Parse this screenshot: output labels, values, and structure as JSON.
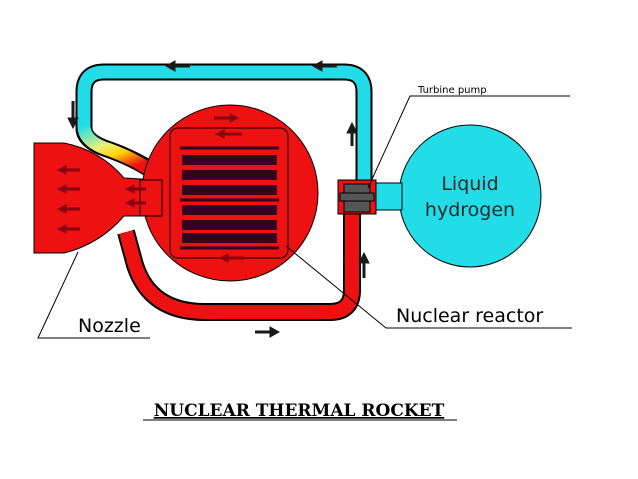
{
  "labels": {
    "turbine_pump": "Turbine pump",
    "liquid": "Liquid",
    "hydrogen": "hydrogen",
    "nuclear_reactor": "Nuclear reactor",
    "nozzle": "Nozzle"
  },
  "caption": "NUCLEAR THERMAL ROCKET",
  "colors": {
    "hot": "#ee1111",
    "cold": "#22dde8",
    "core_rod": "#330022",
    "pump": "#555555",
    "arrow": "#1a1a1a",
    "outline": "#000000"
  }
}
